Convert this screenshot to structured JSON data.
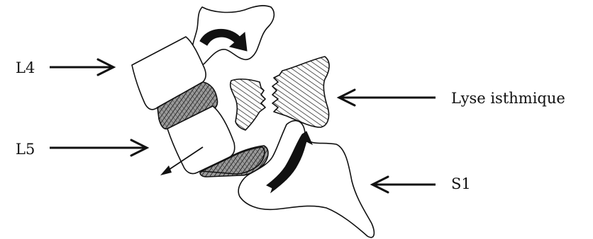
{
  "labels": {
    "l4": "L4",
    "l5": "L5",
    "lysis": "Lyse isthmique",
    "s1": "S1"
  },
  "colors": {
    "ink": "#111111",
    "background": "#ffffff"
  }
}
